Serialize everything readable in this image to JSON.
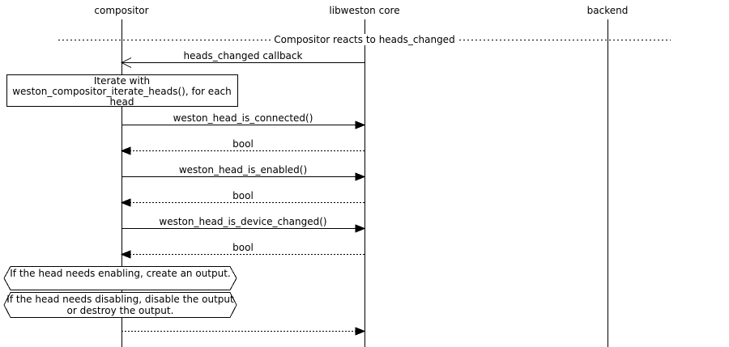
{
  "diagram": {
    "title": "libweston heads_changed sequence diagram",
    "participants": [
      {
        "label": "compositor"
      },
      {
        "label": "libweston core"
      },
      {
        "label": "backend"
      }
    ],
    "divider": {
      "label": "Compositor reacts to heads_changed"
    },
    "messages": [
      {
        "label": "heads_changed callback",
        "from": "libweston core",
        "to": "compositor",
        "line": "solid",
        "arrowhead": "open"
      },
      {
        "label": "weston_head_is_connected()",
        "from": "compositor",
        "to": "libweston core",
        "line": "solid",
        "arrowhead": "filled"
      },
      {
        "label": "bool",
        "from": "libweston core",
        "to": "compositor",
        "line": "dotted",
        "arrowhead": "filled"
      },
      {
        "label": "weston_head_is_enabled()",
        "from": "compositor",
        "to": "libweston core",
        "line": "solid",
        "arrowhead": "filled"
      },
      {
        "label": "bool",
        "from": "libweston core",
        "to": "compositor",
        "line": "dotted",
        "arrowhead": "filled"
      },
      {
        "label": "weston_head_is_device_changed()",
        "from": "compositor",
        "to": "libweston core",
        "line": "solid",
        "arrowhead": "filled"
      },
      {
        "label": "bool",
        "from": "libweston core",
        "to": "compositor",
        "line": "dotted",
        "arrowhead": "filled"
      },
      {
        "label": "",
        "from": "compositor",
        "to": "libweston core",
        "line": "dotted",
        "arrowhead": "filled"
      }
    ],
    "notes": [
      {
        "type": "rect",
        "label": "Iterate with weston_compositor_iterate_heads(), for each head"
      },
      {
        "type": "hex",
        "label": "If the head needs enabling, create an output."
      },
      {
        "type": "hex",
        "label": "If the head needs disabling, disable the output or destroy the output."
      }
    ],
    "colors": {
      "line": "#000000",
      "background": "#ffffff"
    }
  }
}
